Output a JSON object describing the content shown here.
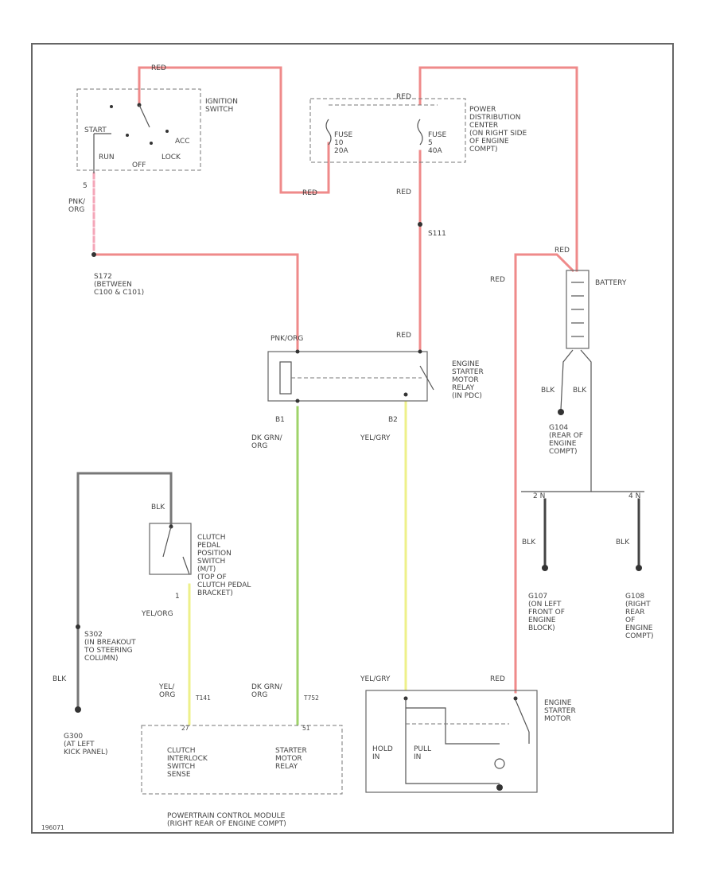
{
  "wires": {
    "red_ign_top": "RED",
    "red_ign_bottom": "RED",
    "red_pdc_top": "RED",
    "red_pdc_mid": "RED",
    "red_relay": "RED",
    "red_batt_top": "RED",
    "red_batt_left": "RED",
    "red_starter": "RED",
    "pnk_org": "PNK/\nORG",
    "pnk_org_relay": "PNK/ORG",
    "dkgrn_org_1": "DK GRN/\nORG",
    "dkgrn_org_2": "DK GRN/\nORG",
    "yel_gry_1": "YEL/GRY",
    "yel_gry_2": "YEL/GRY",
    "yel_org": "YEL/ORG",
    "yel_org_pcm": "YEL/\nORG",
    "blk_clutch": "BLK",
    "blk_s302": "BLK",
    "blk_batt_l": "BLK",
    "blk_batt_r": "BLK",
    "blk_g107": "BLK",
    "blk_g108": "BLK"
  },
  "ignition_switch": {
    "name": "IGNITION\nSWITCH",
    "start": "START",
    "run": "RUN",
    "off": "OFF",
    "lock": "LOCK",
    "acc": "ACC",
    "pin": "5"
  },
  "pdc": {
    "name": "POWER\nDISTRIBUTION\nCENTER\n(ON RIGHT SIDE\nOF ENGINE\nCOMPT)",
    "fuse_left": "FUSE\n10\n20A",
    "fuse_right": "FUSE\n5\n40A",
    "pin_top": "RED"
  },
  "splices": {
    "s172": "S172\n(BETWEEN\nC100 & C101)",
    "s111": "S111",
    "s302": "S302\n(IN BREAKOUT\nTO STEERING\nCOLUMN)"
  },
  "battery": {
    "name": "BATTERY"
  },
  "relay": {
    "name": "ENGINE\nSTARTER\nMOTOR\nRELAY\n(IN PDC)",
    "pin_b1": "B1",
    "pin_b2": "B2"
  },
  "clutch_switch": {
    "name": "CLUTCH\nPEDAL\nPOSITION\nSWITCH\n(M/T)\n(TOP OF\nCLUTCH PEDAL\nBRACKET)",
    "pin": "1"
  },
  "grounds": {
    "g104": "G104\n(REAR OF\nENGINE\nCOMPT)",
    "g107": "G107\n(ON LEFT\nFRONT OF\nENGINE\nBLOCK)",
    "g108": "G108\n(RIGHT\nREAR\nOF\nENGINE\nCOMPT)",
    "g300": "G300\n(AT LEFT\nKICK PANEL)",
    "label_left": "2 N",
    "label_right": "4 N"
  },
  "pcm": {
    "name": "POWERTRAIN CONTROL MODULE\n(RIGHT REAR OF ENGINE COMPT)",
    "left_circuit": "CLUTCH\nINTERLOCK\nSWITCH\nSENSE",
    "right_circuit": "STARTER\nMOTOR\nRELAY",
    "pin_left": "27",
    "pin_right": "51",
    "conn_left": "T141",
    "conn_right": "T752"
  },
  "starter": {
    "name": "ENGINE\nSTARTER\nMOTOR",
    "hold_in": "HOLD\nIN",
    "pull_in": "PULL\nIN"
  },
  "footer": {
    "code": "196071"
  }
}
